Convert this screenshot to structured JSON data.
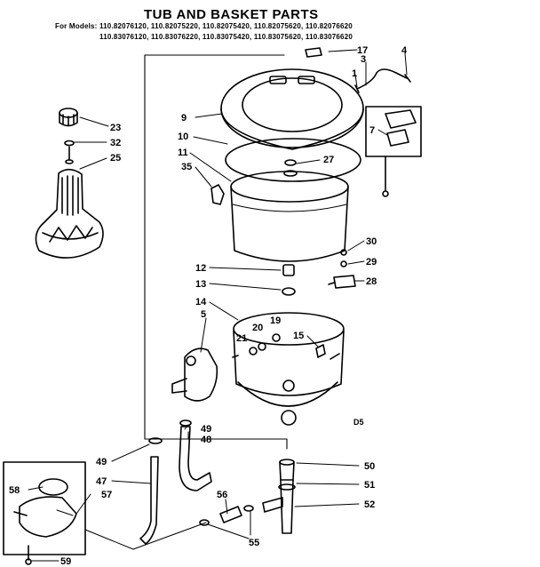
{
  "title": "TUB AND BASKET PARTS",
  "models_line1": "For Models: 110.82076120, 110.82075220, 110.82075420, 110.82075620, 110.82076620",
  "models_line2": "110.83076120, 110.83076220, 110.83075420, 110.83075620, 110.83076620",
  "corner_mark": "D5",
  "callouts": [
    "1",
    "3",
    "4",
    "5",
    "7",
    "9",
    "10",
    "11",
    "12",
    "13",
    "14",
    "15",
    "17",
    "19",
    "20",
    "21",
    "23",
    "25",
    "27",
    "28",
    "29",
    "30",
    "32",
    "35",
    "47",
    "48",
    "49",
    "49",
    "50",
    "51",
    "52",
    "55",
    "56",
    "57",
    "58",
    "59"
  ]
}
